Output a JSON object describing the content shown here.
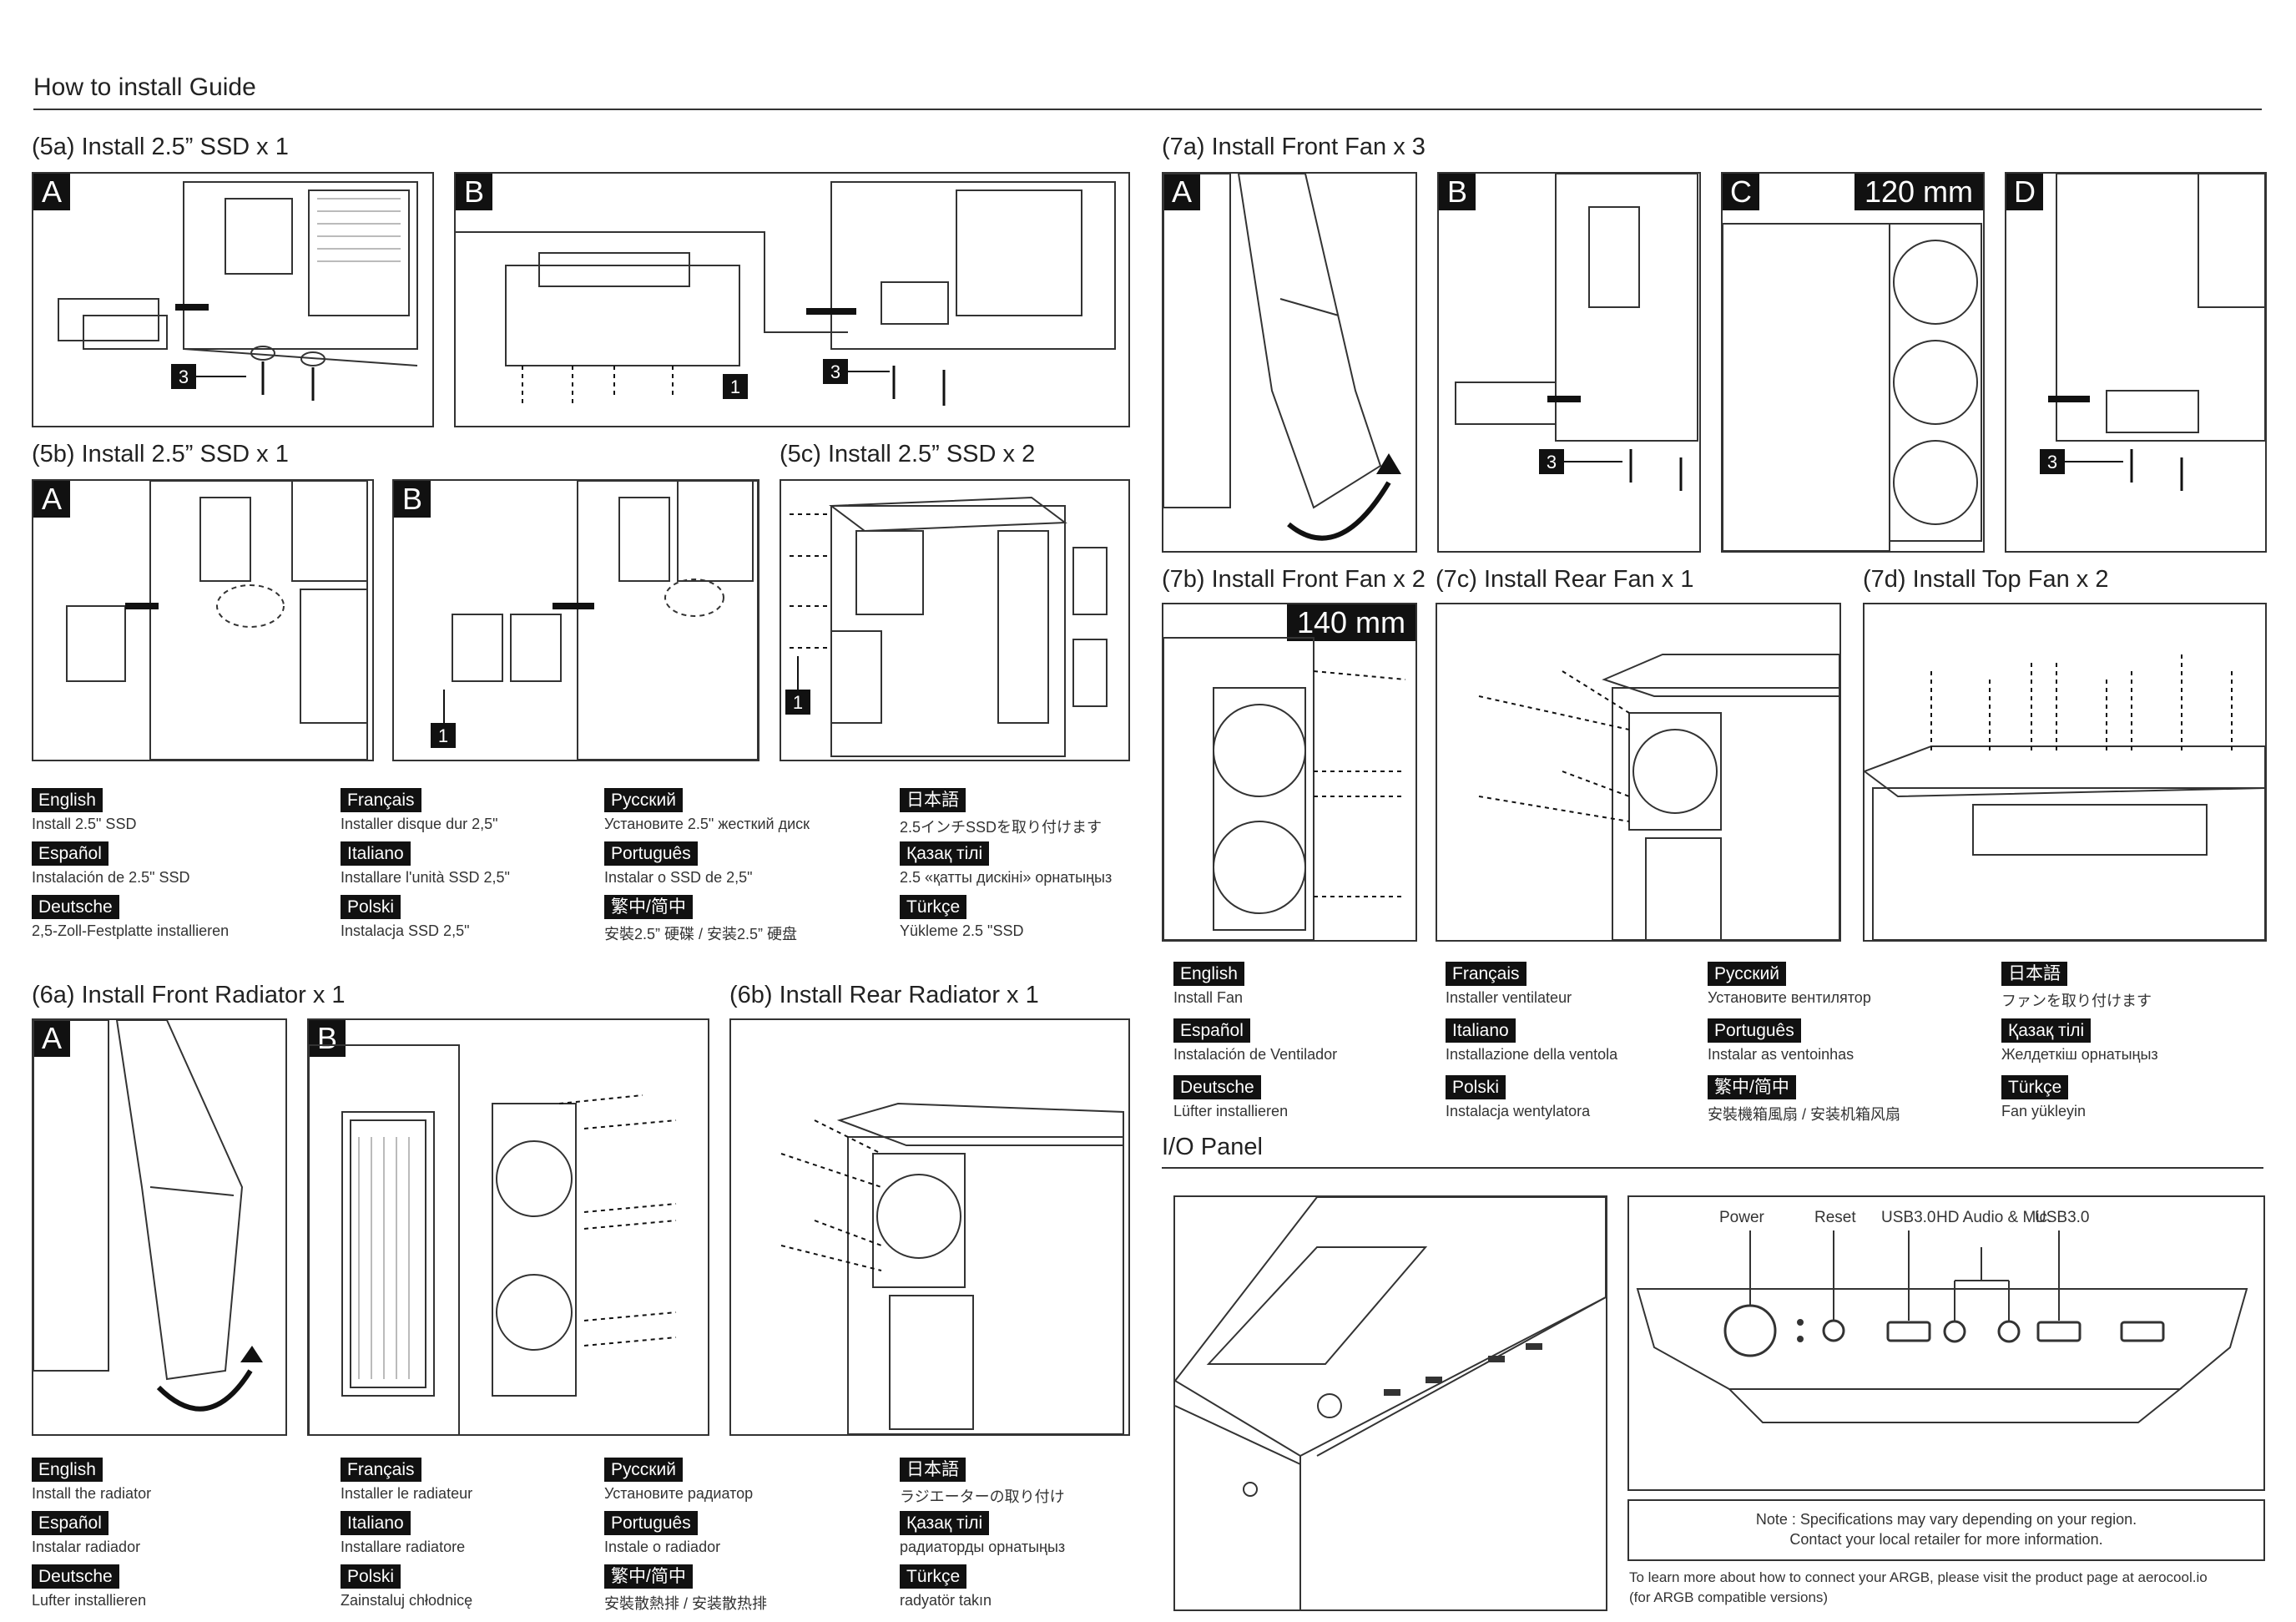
{
  "guide_title": "How to install Guide",
  "sections": {
    "s5a": {
      "title": "(5a) Install 2.5” SSD x 1",
      "panels": [
        "A",
        "B"
      ]
    },
    "s5b": {
      "title": "(5b) Install 2.5” SSD x 1",
      "panels": [
        "A",
        "B"
      ]
    },
    "s5c": {
      "title": "(5c) Install 2.5” SSD x 2"
    },
    "s6a": {
      "title": "(6a) Install Front Radiator x 1",
      "panels": [
        "A",
        "B"
      ]
    },
    "s6b": {
      "title": "(6b)  Install Rear Radiator x 1"
    },
    "s7a": {
      "title": "(7a) Install Front Fan x 3",
      "panels": [
        "A",
        "B",
        "C",
        "D"
      ],
      "c_size": "120 mm"
    },
    "s7b": {
      "title": "(7b) Install Front Fan x 2",
      "size": "140 mm"
    },
    "s7c": {
      "title": "(7c) Install Rear Fan x 1"
    },
    "s7d": {
      "title": "(7d) Install Top Fan x 2"
    },
    "io": {
      "title": "I/O Panel"
    }
  },
  "callouts": {
    "one": "1",
    "three": "3"
  },
  "ssd_langs": [
    {
      "lang": "English",
      "text": "Install 2.5\" SSD"
    },
    {
      "lang": "Español",
      "text": "Instalación de 2.5\" SSD"
    },
    {
      "lang": "Deutsche",
      "text": "2,5-Zoll-Festplatte installieren"
    },
    {
      "lang": "Français",
      "text": "Installer disque dur 2,5\""
    },
    {
      "lang": "Italiano",
      "text": "Installare l'unità SSD 2,5\""
    },
    {
      "lang": "Polski",
      "text": "Instalacja SSD 2,5\""
    },
    {
      "lang": "Русский",
      "text": "Установите 2.5\" жесткий диск"
    },
    {
      "lang": "Português",
      "text": "Instalar o SSD de 2,5\""
    },
    {
      "lang": "繁中/简中",
      "text": "安裝2.5” 硬碟 / 安装2.5” 硬盘"
    },
    {
      "lang": "日本語",
      "text": "2.5インチSSDを取り付けます"
    },
    {
      "lang": "Қазақ тілі",
      "text": "2.5 «қатты дискіні» орнатыңыз"
    },
    {
      "lang": "Türkçe",
      "text": "Yükleme 2.5 \"SSD"
    }
  ],
  "radiator_langs": [
    {
      "lang": "English",
      "text": "Install the radiator"
    },
    {
      "lang": "Español",
      "text": "Instalar radiador"
    },
    {
      "lang": "Deutsche",
      "text": "Lufter installieren"
    },
    {
      "lang": "Français",
      "text": "Installer le radiateur"
    },
    {
      "lang": "Italiano",
      "text": "Installare radiatore"
    },
    {
      "lang": "Polski",
      "text": "Zainstaluj chłodnicę"
    },
    {
      "lang": "Русский",
      "text": "Установите радиатор"
    },
    {
      "lang": "Português",
      "text": "Instale o radiador"
    },
    {
      "lang": "繁中/简中",
      "text": "安裝散熱排 / 安装散热排"
    },
    {
      "lang": "日本語",
      "text": "ラジエーターの取り付け"
    },
    {
      "lang": "Қазақ тілі",
      "text": "радиаторды орнатыңыз"
    },
    {
      "lang": "Türkçe",
      "text": "radyatör takın"
    }
  ],
  "fan_langs": [
    {
      "lang": "English",
      "text": "Install Fan"
    },
    {
      "lang": "Español",
      "text": "Instalación de Ventilador"
    },
    {
      "lang": "Deutsche",
      "text": "Lüfter installieren"
    },
    {
      "lang": "Français",
      "text": "Installer ventilateur"
    },
    {
      "lang": "Italiano",
      "text": "Installazione della ventola"
    },
    {
      "lang": "Polski",
      "text": "Instalacja wentylatora"
    },
    {
      "lang": "Русский",
      "text": "Установите вентилятор"
    },
    {
      "lang": "Português",
      "text": "Instalar as ventoinhas"
    },
    {
      "lang": "繁中/简中",
      "text": "安裝機箱風扇 / 安装机箱风扇"
    },
    {
      "lang": "日本語",
      "text": "ファンを取り付けます"
    },
    {
      "lang": "Қазақ тілі",
      "text": "Желдеткіш орнатыңыз"
    },
    {
      "lang": "Türkçe",
      "text": "Fan yükleyin"
    }
  ],
  "io_labels": {
    "power": "Power",
    "reset": "Reset",
    "usb1": "USB3.0",
    "audio": "HD Audio & Mic.",
    "usb2": "USB3.0"
  },
  "note": {
    "line1": "Note : Specifications may vary depending on your region.",
    "line2": "Contact your local retailer for more information."
  },
  "footer": {
    "line1": "To learn more about how to connect your ARGB, please visit the product page at aerocool.io",
    "line2": "(for ARGB compatible versions)"
  }
}
